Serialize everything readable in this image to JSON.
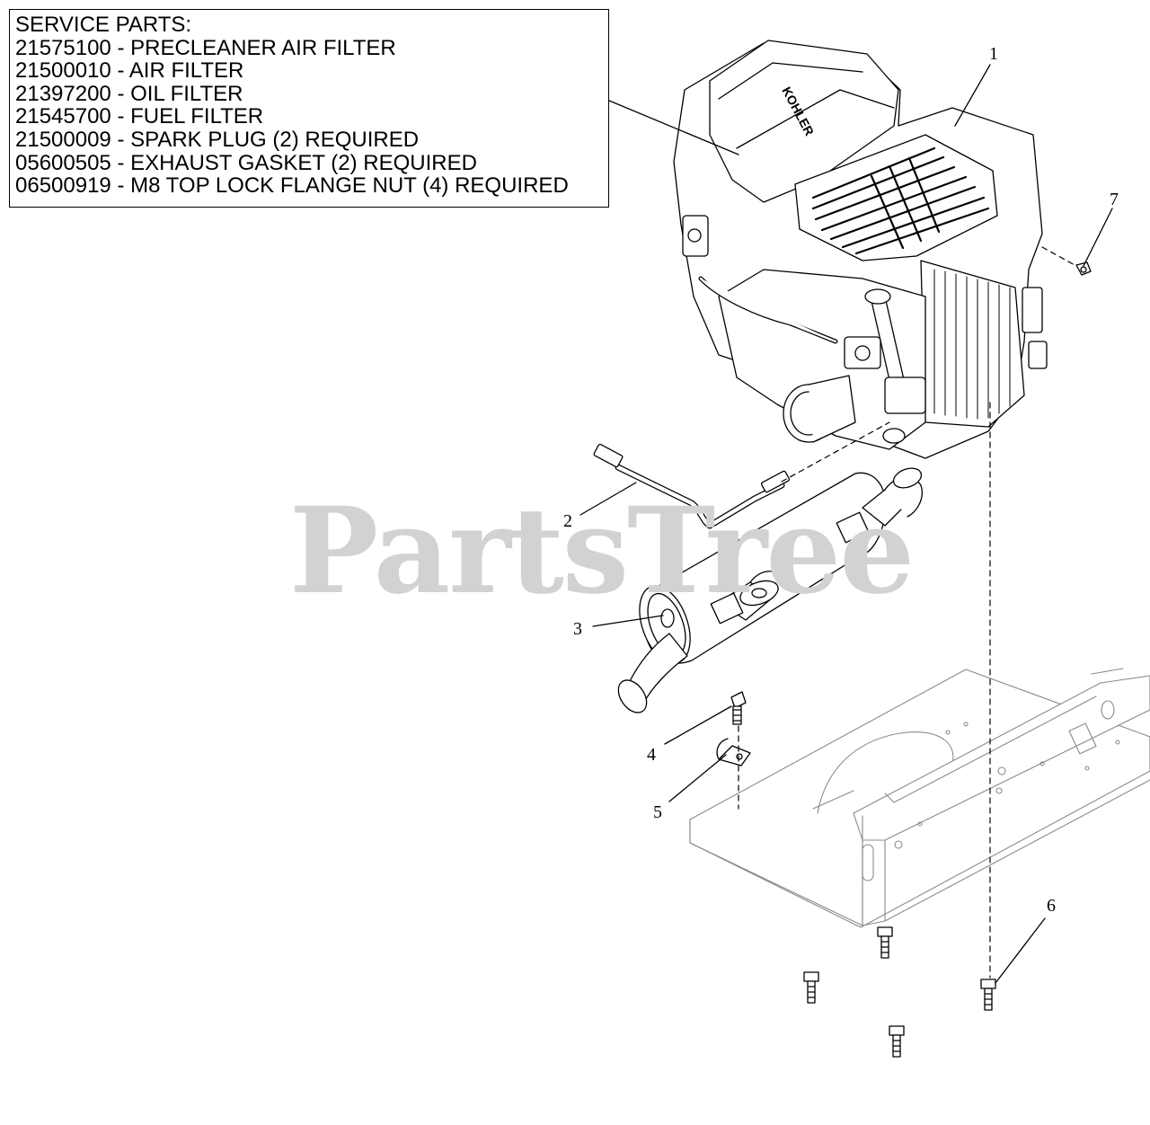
{
  "service_parts": {
    "heading": "SERVICE PARTS:",
    "items": [
      "21575100 - PRECLEANER AIR FILTER",
      "21500010 - AIR FILTER",
      "21397200 - OIL FILTER",
      "21545700 - FUEL FILTER",
      "21500009 - SPARK PLUG (2) REQUIRED",
      "05600505 - EXHAUST GASKET (2) REQUIRED",
      "06500919 - M8 TOP LOCK FLANGE NUT (4) REQUIRED"
    ]
  },
  "engine_brand": "KOHLER",
  "watermark": "PartsTree",
  "callouts": [
    "1",
    "2",
    "3",
    "4",
    "5",
    "6",
    "7"
  ]
}
